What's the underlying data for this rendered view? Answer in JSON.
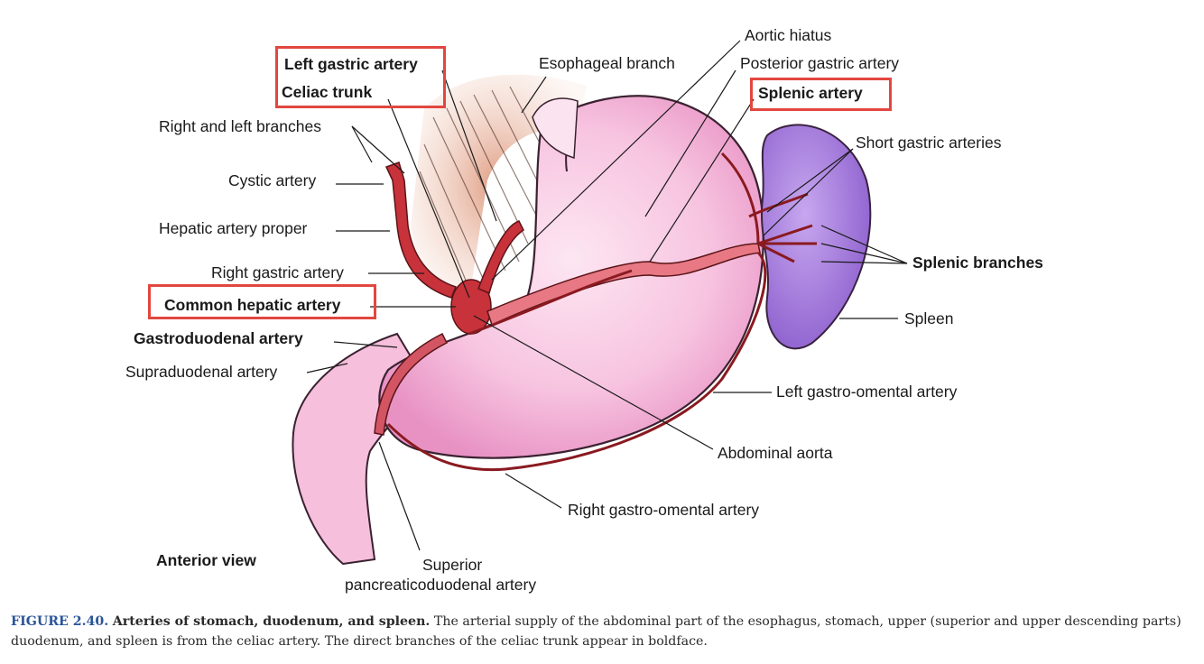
{
  "labels": {
    "left_gastric": "Left gastric artery",
    "celiac_trunk": "Celiac trunk",
    "esophageal_branch": "Esophageal branch",
    "aortic_hiatus": "Aortic hiatus",
    "posterior_gastric": "Posterior gastric artery",
    "splenic_artery": "Splenic artery",
    "short_gastric": "Short gastric arteries",
    "right_left_branches": "Right and left branches",
    "cystic": "Cystic artery",
    "hepatic_proper": "Hepatic artery proper",
    "right_gastric": "Right gastric artery",
    "common_hepatic": "Common hepatic artery",
    "gastroduodenal": "Gastroduodenal artery",
    "supraduodenal": "Supraduodenal artery",
    "splenic_branches": "Splenic branches",
    "spleen": "Spleen",
    "left_gastro_omental": "Left gastro-omental artery",
    "abdominal_aorta": "Abdominal aorta",
    "right_gastro_omental": "Right gastro-omental artery",
    "anterior_view": "Anterior view",
    "sup_pancreatico_1": "Superior",
    "sup_pancreatico_2": "pancreaticoduodenal artery"
  },
  "caption": {
    "figure": "FIGURE 2.40.",
    "title": "Arteries of stomach, duodenum, and spleen.",
    "body": "The arterial supply of the abdominal part of the esophagus, stomach, upper (superior and upper descending parts) duodenum, and spleen is from the celiac artery. The direct branches of the celiac trunk appear in boldface."
  },
  "colors": {
    "highlight_box": "#e2473f",
    "stomach": "#f3b3d6",
    "spleen": "#9b6fd0",
    "artery": "#c8323a",
    "caption_figure": "#2a5599"
  }
}
